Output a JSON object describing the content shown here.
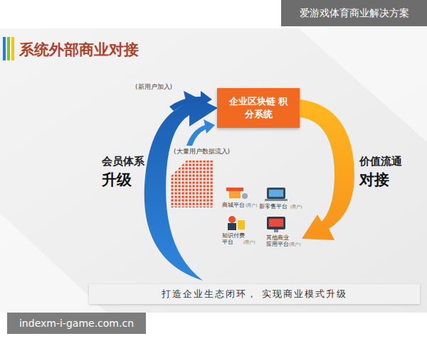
{
  "diagram": {
    "title": "系统外部商业对接",
    "nodes": [
      {
        "text": [
          "爱游戏体育商业解决方案"
        ]
      },
      {
        "text": [
          "企业区块链 积分系统"
        ]
      },
      {
        "text": [
          "打造企业生态闭环， 实现商业模式升级"
        ]
      },
      {
        "text": [
          "indexm-i-game.com.cn"
        ]
      }
    ],
    "labels": [
      "(新用户加入)",
      "(大量用户数据流入)",
      "会员体系",
      "升级",
      "价值流通",
      "对接",
      "商城平台",
      "(用户)",
      "新零售平台",
      "(用户)",
      "知识付费平台",
      "(用户)",
      "其他商业应用平台",
      "(用户)"
    ]
  }
}
